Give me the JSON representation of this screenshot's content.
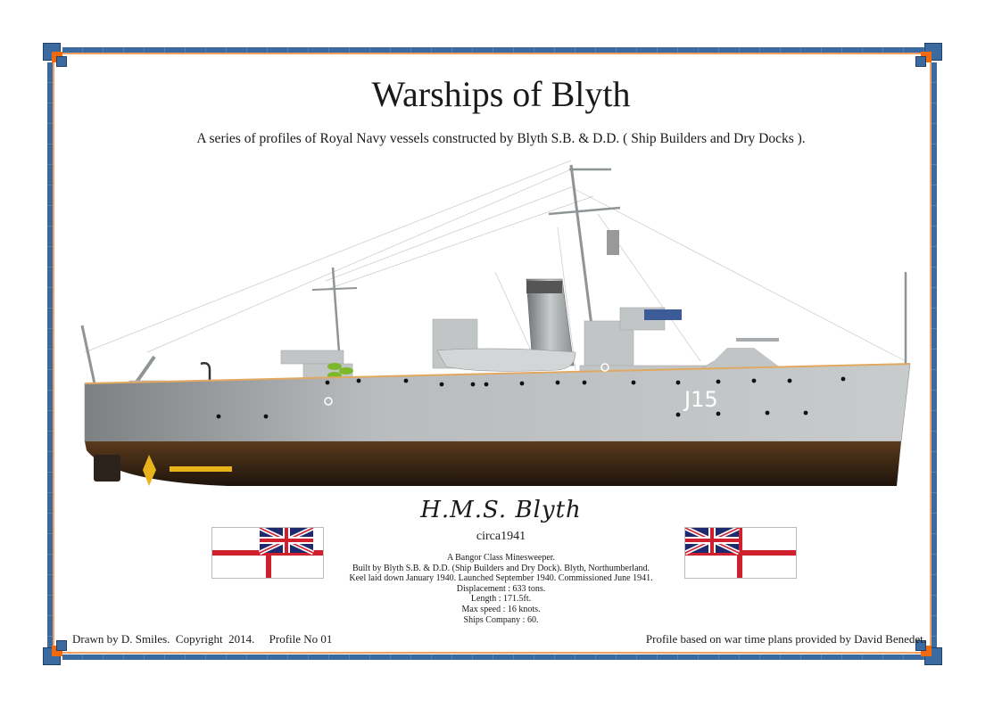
{
  "header": {
    "title": "Warships of Blyth",
    "subtitle": "A series of profiles of Royal Navy vessels constructed by Blyth S.B. & D.D. ( Ship Builders and Dry Docks )."
  },
  "ship": {
    "name": "H.M.S. Blyth",
    "circa": "circa1941",
    "pennant": "J15",
    "colors": {
      "hull_grey": "#c4c7c8",
      "antifouling_brown": "#3d2616",
      "propeller": "#e8b21a",
      "deck_planking": "#e0a860"
    }
  },
  "specs": [
    "A Bangor Class Minesweeper.",
    "Built by Blyth S.B. & D.D. (Ship Builders and Dry Dock). Blyth, Northumberland.",
    "Keel laid down  January 1940. Launched  September 1940. Commissioned  June 1941.",
    "Displacement : 633 tons.",
    "Length : 171.5ft.",
    "Max speed : 16 knots.",
    "Ships Company : 60."
  ],
  "footer": {
    "left": "Drawn by D. Smiles.  Copyright  2014.     Profile No 01",
    "right": "Profile based on war time plans provided by David Benedet."
  },
  "flags": {
    "left": "white-ensign",
    "right": "white-ensign"
  },
  "frame_colors": {
    "blue": "#3a6aa0",
    "orange": "#f26a10"
  }
}
